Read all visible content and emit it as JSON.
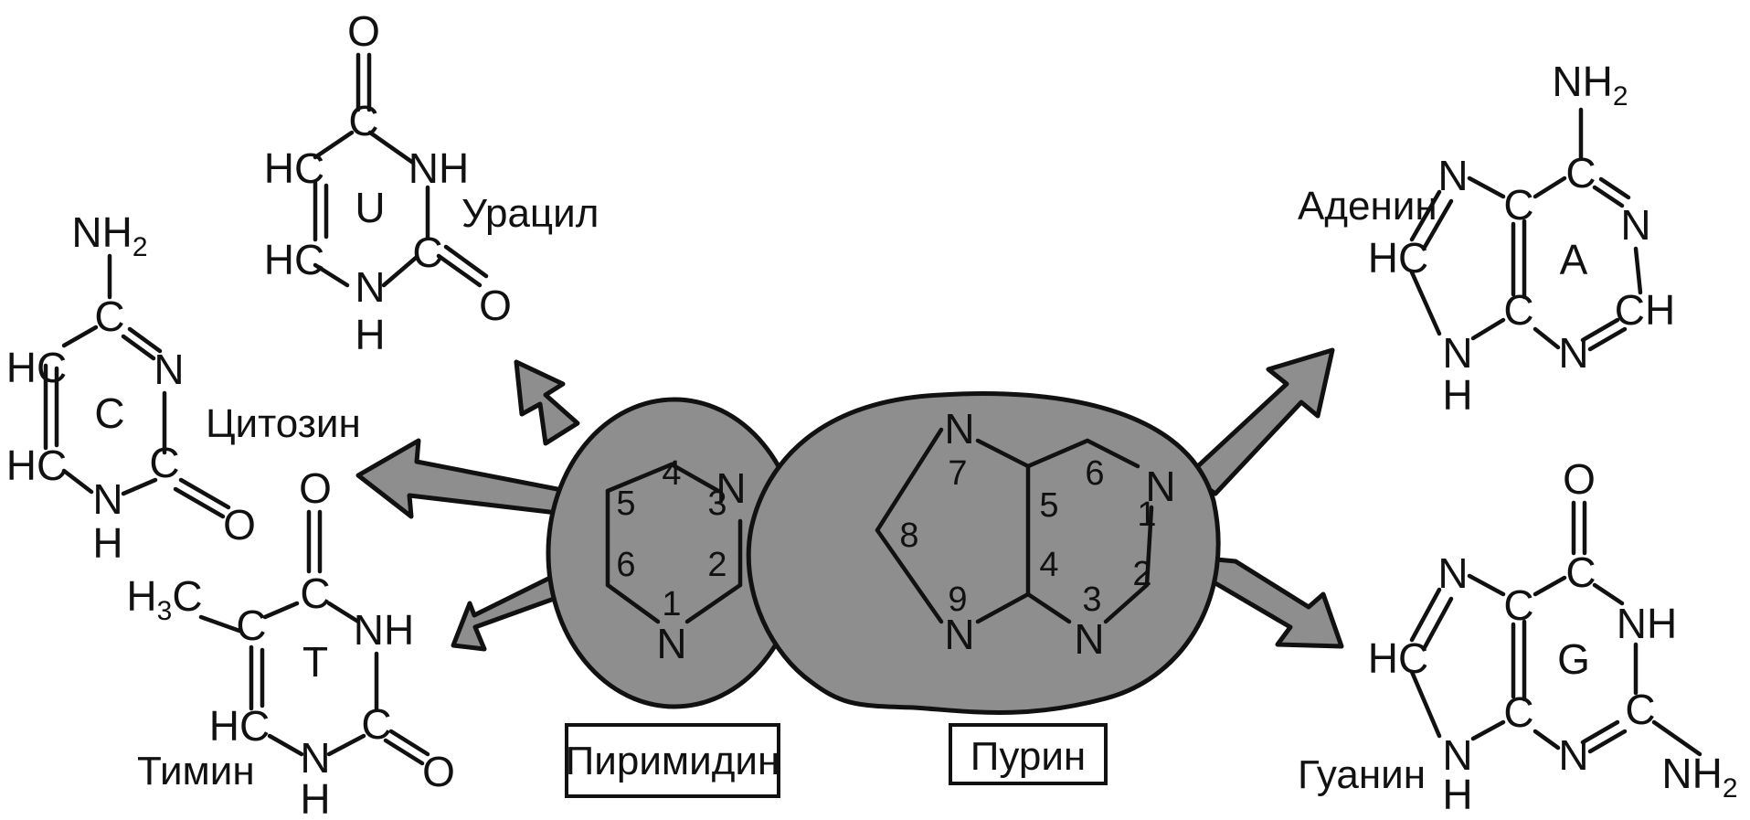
{
  "labels": {
    "uracil": "Урацил",
    "cytosine": "Цитозин",
    "thymine": "Тимин",
    "adenine": "Аденин",
    "guanine": "Гуанин",
    "pyrimidine": "Пиримидин",
    "purine": "Пурин"
  },
  "letters": {
    "u": "U",
    "c": "C",
    "t": "T",
    "a": "A",
    "g": "G"
  },
  "atoms": {
    "O": "O",
    "C": "C",
    "N": "N",
    "NH": "NH",
    "H": "H",
    "HC": "HC",
    "CH": "CH",
    "NH2": "NH2",
    "H3C": "H3C"
  },
  "ring_numbers": {
    "pyrimidine": [
      "1",
      "2",
      "3",
      "4",
      "5",
      "6"
    ],
    "purine": [
      "1",
      "2",
      "3",
      "4",
      "5",
      "6",
      "7",
      "8",
      "9"
    ]
  },
  "colors": {
    "blob": "#8e8e8e",
    "ink": "#111111",
    "background": "#ffffff"
  }
}
